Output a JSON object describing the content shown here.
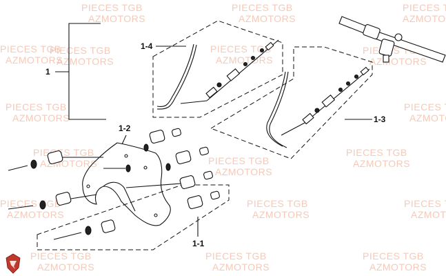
{
  "watermark": {
    "line1": "PIECES TGB",
    "line2": "AZMOTORS",
    "color": "#f2b8a0"
  },
  "callouts": {
    "c1": "1",
    "c1_1": "1-1",
    "c1_2": "1-2",
    "c1_3": "1-3",
    "c1_4": "1-4"
  },
  "logo": {
    "icon": "brand-shield-icon",
    "color": "#c0392b"
  }
}
